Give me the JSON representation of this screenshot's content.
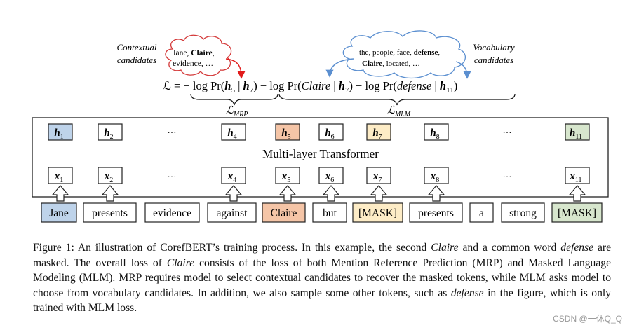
{
  "diagram": {
    "contextual_label": [
      "Contextual",
      "candidates"
    ],
    "vocabulary_label": [
      "Vocabulary",
      "candidates"
    ],
    "contextual_cloud": {
      "line1_plain": "Jane, ",
      "line1_bold": "Claire",
      "line1_end": ",",
      "line2": "evidence, …"
    },
    "vocabulary_cloud": {
      "line1_plain": "the,  people, face, ",
      "line1_bold": "defense",
      "line1_end": ",",
      "line2_bold": "Claire",
      "line2_plain": ", located, …"
    },
    "loss_prefix": "ℒ = − log Pr(",
    "loss_mrp_h5": "h",
    "loss_mrp_h5_sub": "5",
    "loss_mrp_mid": " | ",
    "loss_mrp_h7": "h",
    "loss_mrp_h7_sub": "7",
    "loss_mrp_close": ")",
    "loss_mid1": " − log Pr(",
    "loss_claire": "Claire",
    "loss_mid2": " | ",
    "loss_h7b": "h",
    "loss_h7b_sub": "7",
    "loss_mid3": ") − log Pr(",
    "loss_defense": "defense",
    "loss_mid4": " | ",
    "loss_h11": "h",
    "loss_h11_sub": "11",
    "loss_end": ")",
    "mrp_label": "ℒ",
    "mrp_sub": "MRP",
    "mlm_label": "ℒ",
    "mlm_sub": "MLM",
    "transformer_label": "Multi-layer Transformer",
    "ellipsis": "…",
    "hidden": [
      {
        "sym": "h",
        "sub": "1",
        "fill": "#bed3ea"
      },
      {
        "sym": "h",
        "sub": "2",
        "fill": "#ffffff"
      },
      {
        "sym": "h",
        "sub": "4",
        "fill": "#ffffff"
      },
      {
        "sym": "h",
        "sub": "5",
        "fill": "#f5c5a7"
      },
      {
        "sym": "h",
        "sub": "6",
        "fill": "#ffffff"
      },
      {
        "sym": "h",
        "sub": "7",
        "fill": "#fdecc6"
      },
      {
        "sym": "h",
        "sub": "8",
        "fill": "#ffffff"
      },
      {
        "sym": "h",
        "sub": "11",
        "fill": "#d7e6cd"
      }
    ],
    "inputs": [
      {
        "sym": "x",
        "sub": "1"
      },
      {
        "sym": "x",
        "sub": "2"
      },
      {
        "sym": "x",
        "sub": "4"
      },
      {
        "sym": "x",
        "sub": "5"
      },
      {
        "sym": "x",
        "sub": "6"
      },
      {
        "sym": "x",
        "sub": "7"
      },
      {
        "sym": "x",
        "sub": "8"
      },
      {
        "sym": "x",
        "sub": "11"
      }
    ],
    "tokens": [
      {
        "text": "Jane",
        "fill": "#bed3ea"
      },
      {
        "text": "presents",
        "fill": "#ffffff"
      },
      {
        "text": "evidence",
        "fill": "#ffffff"
      },
      {
        "text": "against",
        "fill": "#ffffff"
      },
      {
        "text": "Claire",
        "fill": "#f5c5a7"
      },
      {
        "text": "but",
        "fill": "#ffffff"
      },
      {
        "text": "[MASK]",
        "fill": "#fdecc6"
      },
      {
        "text": "presents",
        "fill": "#ffffff"
      },
      {
        "text": "a",
        "fill": "#ffffff"
      },
      {
        "text": "strong",
        "fill": "#ffffff"
      },
      {
        "text": "[MASK]",
        "fill": "#d7e6cd"
      }
    ],
    "arrow_color": "#e11b1b",
    "vocab_arrow_color": "#5b8fd0"
  },
  "caption": {
    "p1": "Figure 1:  An illustration of CorefBERT’s training process.  In this example, the second ",
    "claire1": "Claire",
    "p2": " and a common word ",
    "defense1": "defense",
    "p3": " are masked.  The overall loss of ",
    "claire2": "Claire",
    "p4": " consists of the loss of both Mention Reference Prediction (MRP) and Masked Language Modeling (MLM). MRP requires model to select contextual candidates to recover the masked tokens, while MLM asks model to choose from vocabulary candidates. In addition, we also sample some other tokens, such as ",
    "defense2": "defense",
    "p5": " in the figure, which is only trained with MLM loss."
  },
  "watermark": "CSDN @一休Q_Q"
}
